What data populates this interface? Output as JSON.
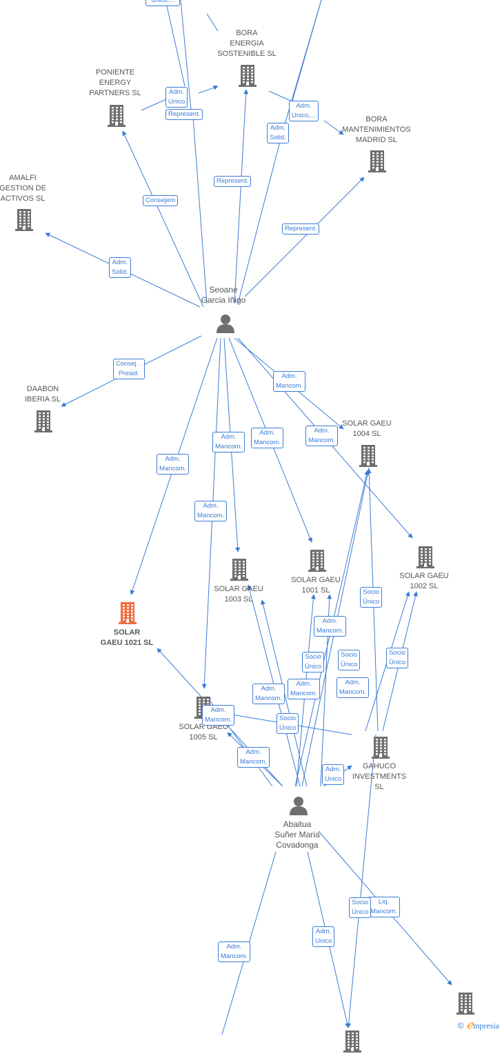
{
  "colors": {
    "edge": "#3a7bd5",
    "building": "#6f6f6f",
    "building_focus": "#f26b3a",
    "person": "#6f6f6f",
    "brand_accent": "#f28c00"
  },
  "nodes": {
    "top_cut": {
      "label": "Unico,..."
    },
    "bora_energia": {
      "label": "BORA\nENERGIA\nSOSTENIBLE  SL",
      "icon": "building-icon"
    },
    "poniente": {
      "label": "PONIENTE\nENERGY\nPARTNERS  SL",
      "icon": "building-icon"
    },
    "bora_mant": {
      "label": "BORA\nMANTENIMIENTOS\nMADRID  SL",
      "icon": "building-icon"
    },
    "amalfi": {
      "label": "AMALFI\nGESTION DE\nACTIVOS  SL",
      "icon": "building-icon"
    },
    "seoane": {
      "label": "Seoane\nGarcia Iñigo",
      "icon": "person-icon"
    },
    "daabon": {
      "label": "DAABON\nIBERIA  SL",
      "icon": "building-icon"
    },
    "solar1004": {
      "label": "SOLAR GAEU\n1004  SL",
      "icon": "building-icon"
    },
    "solar1003": {
      "label": "SOLAR GAEU\n1003  SL",
      "icon": "building-icon"
    },
    "solar1001": {
      "label": "SOLAR GAEU\n1001  SL",
      "icon": "building-icon"
    },
    "solar1002": {
      "label": "SOLAR GAEU\n1002  SL",
      "icon": "building-icon"
    },
    "solar1021": {
      "label": "SOLAR\nGAEU 1021  SL",
      "icon": "building-icon"
    },
    "solar1005": {
      "label": "SOLAR GAEU\n1005  SL",
      "icon": "building-icon"
    },
    "gahuco": {
      "label": "GAHUCO\nINVESTMENTS\nSL",
      "icon": "building-icon"
    },
    "abaitua": {
      "label": "Abaitua\nSuñer Maria\nCovadonga",
      "icon": "person-icon"
    },
    "bottom_right": {
      "label": "",
      "icon": "building-icon"
    }
  },
  "edge_labels": {
    "e1": "Adm.\nUnico",
    "e2": "Represent.",
    "e3": "Adm.\nUnico,...",
    "e4": "Adm.\nSolid.",
    "e5": "Represent.",
    "e6": "Consejero",
    "e7": "Represent.",
    "e8": "Adm.\nSolid.",
    "e9": "Consej. .\nPresid.",
    "e10": "Adm.\nMancom.",
    "e11": "Adm.\nMancom.",
    "e12": "Adm.\nMancom.",
    "e13": "Adm.\nMancom.",
    "e14": "Adm.\nMancom.",
    "e15": "Adm.\nMancom.",
    "e16": "Socio\nÚnico",
    "e17": "Adm.\nMancom.",
    "e18": "Socio\nÚnico",
    "e19": "Socio\nÚnico",
    "e20": "Socio\nÚnico",
    "e21": "Adm.\nMancom.",
    "e22": "Adm.\nMancom.",
    "e23": "Adm.\nMancom.",
    "e24": "Adm.\nMancom.",
    "e25": "Socio\nÚnico",
    "e26": "Adm.\nMancom.",
    "e27": "Adm.\nUnico",
    "e28": "Socio\nÚnico",
    "e29": "Liq.\nMancom.",
    "e30": "Adm.\nMancom.",
    "e31": "Adm.\nUnico"
  },
  "brand": {
    "copyright": "©",
    "e": "ℯ",
    "name": "mpresia"
  }
}
